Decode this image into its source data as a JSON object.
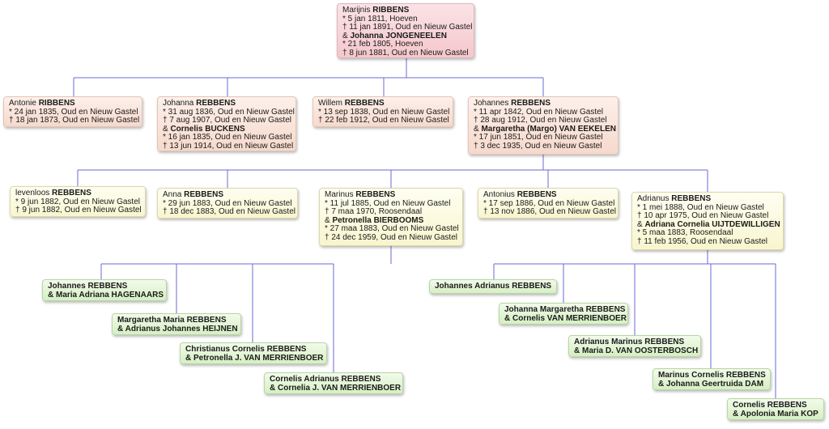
{
  "colors": {
    "line": "#6a6ad8",
    "pink": "#f4c7cc",
    "salmon": "#f6d9cc",
    "yellow": "#f8f6cf",
    "green": "#d6efc4"
  },
  "root": {
    "name_given": "Marijnis",
    "name_surname": "RIBBENS",
    "born": "* 5 jan 1811, Hoeven",
    "died": "† 11 jan 1891, Oud en Nieuw Gastel",
    "spouse_prefix": "& ",
    "spouse": "Johanna JONGENEELEN",
    "spouse_born": "* 21 feb 1805, Hoeven",
    "spouse_died": "† 8 jun 1881, Oud en Nieuw Gastel"
  },
  "children": [
    {
      "name_given": "Antonie",
      "name_surname": "RIBBENS",
      "born": "* 24 jan 1835, Oud en Nieuw Gastel",
      "died": "† 18 jan 1873, Oud en Nieuw Gastel"
    },
    {
      "name_given": "Johanna",
      "name_surname": "REBBENS",
      "born": "* 31 aug 1836, Oud en Nieuw Gastel",
      "died": "† 7 aug 1907, Oud en Nieuw Gastel",
      "spouse_prefix": "& ",
      "spouse": "Cornelis BUCKENS",
      "spouse_born": "* 16 jan 1835, Oud en Nieuw Gastel",
      "spouse_died": "† 13 jun 1914, Oud en Nieuw Gastel"
    },
    {
      "name_given": "Willem",
      "name_surname": "REBBENS",
      "born": "* 13 sep 1838, Oud en Nieuw Gastel",
      "died": "† 22 feb 1912, Oud en Nieuw Gastel"
    },
    {
      "name_given": "Johannes",
      "name_surname": "REBBENS",
      "born": "* 11 apr 1842, Oud en Nieuw Gastel",
      "died": "† 28 aug 1912, Oud en Nieuw Gastel",
      "spouse_prefix": "& ",
      "spouse": "Margaretha (Margo) VAN EEKELEN",
      "spouse_born": "* 17 jun 1851, Oud en Nieuw Gastel",
      "spouse_died": "† 3 dec 1935, Oud en Nieuw Gastel"
    }
  ],
  "grandchildren": [
    {
      "name_given": "levenloos",
      "name_surname": "REBBENS",
      "born": "* 9 jun 1882, Oud en Nieuw Gastel",
      "died": "† 9 jun 1882, Oud en Nieuw Gastel"
    },
    {
      "name_given": "Anna",
      "name_surname": "REBBENS",
      "born": "* 29 jun 1883, Oud en Nieuw Gastel",
      "died": "† 18 dec 1883, Oud en Nieuw Gastel"
    },
    {
      "name_given": "Marinus",
      "name_surname": "REBBENS",
      "born": "* 11 jul 1885, Oud en Nieuw Gastel",
      "died": "† 7 maa 1970, Roosendaal",
      "spouse_prefix": "& ",
      "spouse": "Petronella BIERBOOMS",
      "spouse_born": "* 27 maa 1883, Oud en Nieuw Gastel",
      "spouse_died": "† 24 dec 1959, Oud en Nieuw Gastel"
    },
    {
      "name_given": "Antonius",
      "name_surname": "REBBENS",
      "born": "* 17 sep 1886, Oud en Nieuw Gastel",
      "died": "† 13 nov 1886, Oud en Nieuw Gastel"
    },
    {
      "name_given": "Adrianus",
      "name_surname": "REBBENS",
      "born": "* 1 mei 1888, Oud en Nieuw Gastel",
      "died": "† 10 apr 1975, Oud en Nieuw Gastel",
      "spouse_prefix": "& ",
      "spouse": "Adriana Cornelia UIJTDEWILLIGEN",
      "spouse_born": "* 5 maa 1883, Roosendaal",
      "spouse_died": "† 11 feb 1956, Oud en Nieuw Gastel"
    }
  ],
  "great_grandchildren_marinus": [
    {
      "name": "Johannes REBBENS",
      "spouse_prefix": "& ",
      "spouse": "Maria Adriana HAGENAARS"
    },
    {
      "name": "Margaretha Maria REBBENS",
      "spouse_prefix": "& ",
      "spouse": "Adrianus Johannes HEIJNEN"
    },
    {
      "name": "Christianus Cornelis REBBENS",
      "spouse_prefix": "& ",
      "spouse": "Petronella J. VAN MERRIENBOER"
    },
    {
      "name": "Cornelis Adrianus REBBENS",
      "spouse_prefix": "& ",
      "spouse": "Cornelia J. VAN MERRIENBOER"
    }
  ],
  "great_grandchildren_adrianus": [
    {
      "name": "Johannes Adrianus REBBENS"
    },
    {
      "name": "Johanna Margaretha REBBENS",
      "spouse_prefix": "& ",
      "spouse": "Cornelis VAN MERRIENBOER"
    },
    {
      "name": "Adrianus Marinus REBBENS",
      "spouse_prefix": "& ",
      "spouse": "Maria D. VAN OOSTERBOSCH"
    },
    {
      "name": "Marinus Cornelis REBBENS",
      "spouse_prefix": "& ",
      "spouse": "Johanna Geertruida DAM"
    },
    {
      "name": "Cornelis REBBENS",
      "spouse_prefix": "& ",
      "spouse": "Apolonia Maria KOP"
    }
  ]
}
